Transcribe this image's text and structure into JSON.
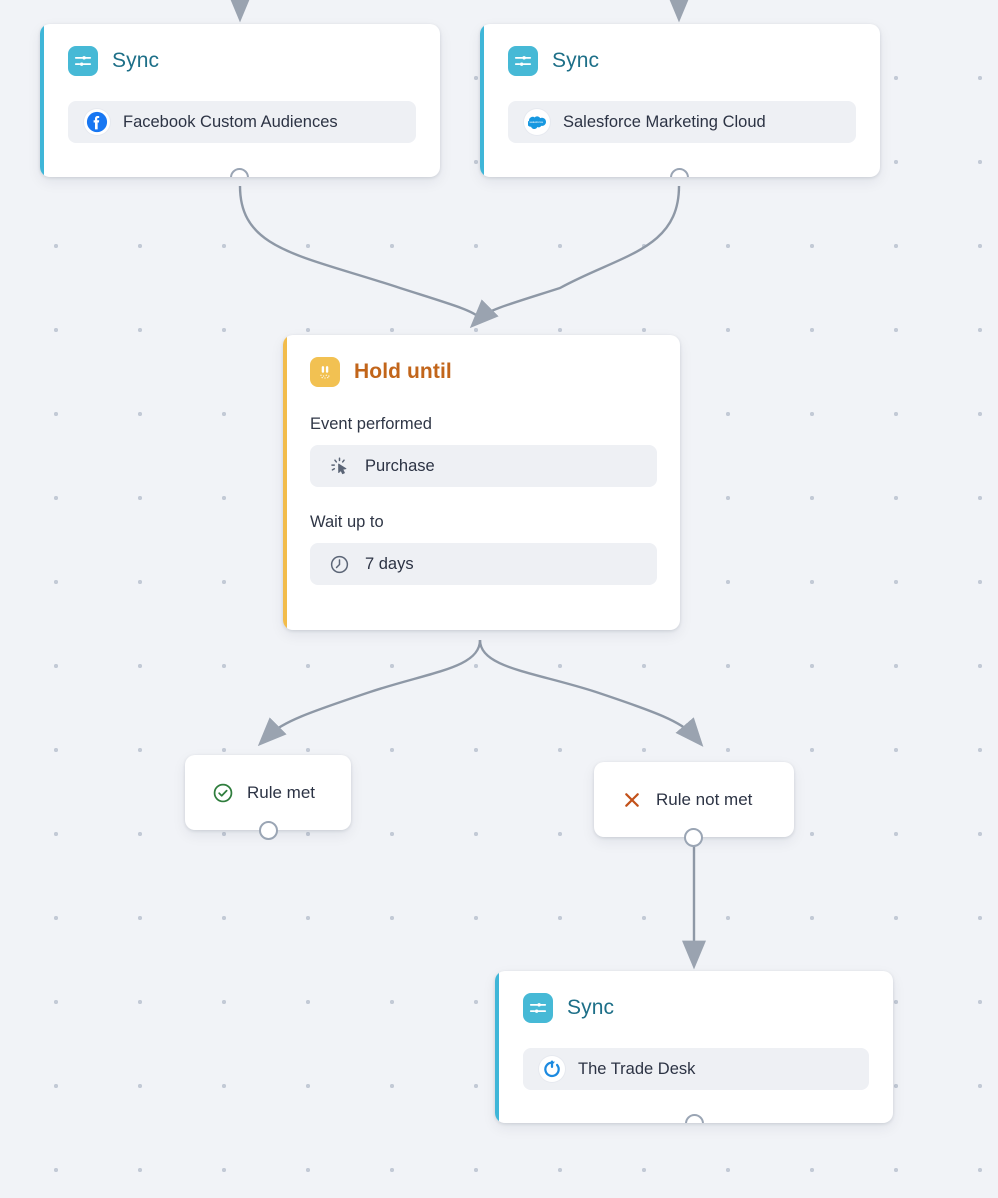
{
  "canvas": {
    "background_color": "#f1f3f7",
    "dot_color": "#c3cad6"
  },
  "colors": {
    "sync_accent": "#3fb6d8",
    "sync_icon_bg": "#46b9d6",
    "sync_title": "#1d6f88",
    "hold_accent": "#f2bc4b",
    "hold_icon_bg": "#f2c152",
    "hold_title": "#c2651a",
    "edge": "#8e98a6",
    "rule_met": "#2f7d3d",
    "rule_not_met": "#c2511a",
    "facebook": "#1877f2",
    "salesforce": "#1798e0",
    "trade_desk": "#1c8ae0"
  },
  "nodes": [
    {
      "id": "sync-facebook",
      "type": "sync",
      "title": "Sync",
      "title_icon": "sliders-icon",
      "destination": {
        "label": "Facebook Custom Audiences",
        "icon": "facebook-icon"
      }
    },
    {
      "id": "sync-salesforce",
      "type": "sync",
      "title": "Sync",
      "title_icon": "sliders-icon",
      "destination": {
        "label": "Salesforce Marketing Cloud",
        "icon": "salesforce-icon"
      }
    },
    {
      "id": "hold-until",
      "type": "hold",
      "title": "Hold until",
      "title_icon": "hourglass-pause-icon",
      "fields": [
        {
          "label": "Event performed",
          "value": "Purchase",
          "icon": "cursor-click-icon"
        },
        {
          "label": "Wait up to",
          "value": "7 days",
          "icon": "clock-icon"
        }
      ]
    },
    {
      "id": "sync-tradedesk",
      "type": "sync",
      "title": "Sync",
      "title_icon": "sliders-icon",
      "destination": {
        "label": "The Trade Desk",
        "icon": "trade-desk-icon"
      }
    }
  ],
  "branches": [
    {
      "id": "rule-met",
      "label": "Rule met",
      "icon": "check-circle-icon",
      "state": "met"
    },
    {
      "id": "rule-not-met",
      "label": "Rule not met",
      "icon": "cross-icon",
      "state": "not-met"
    }
  ]
}
